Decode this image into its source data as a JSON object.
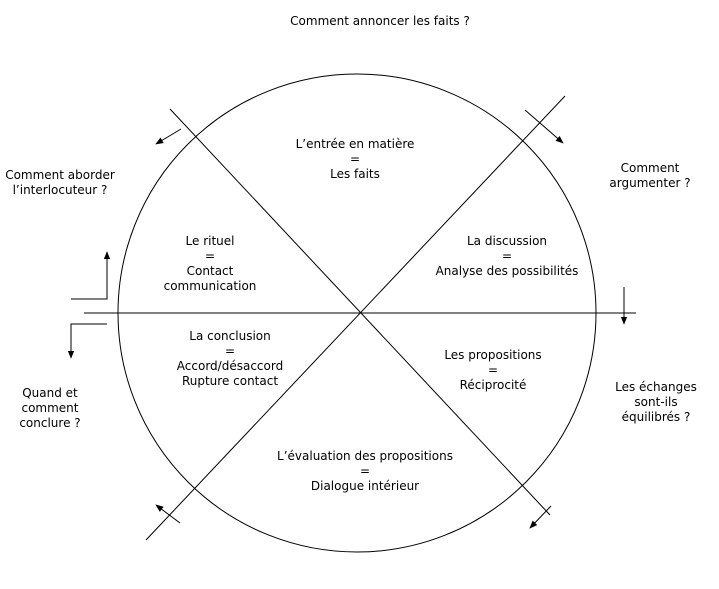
{
  "colors": {
    "line": "#000000",
    "background": "#ffffff"
  },
  "questions": {
    "top": "Comment annoncer les faits ?",
    "left": [
      "Comment aborder",
      "l’interlocuteur ?"
    ],
    "right": [
      "Comment",
      "argumenter ?"
    ],
    "bottom_left": [
      "Quand et",
      "comment",
      "conclure ?"
    ],
    "bottom_right": [
      "Les échanges",
      "sont-ils",
      "équilibrés ?"
    ]
  },
  "sectors": {
    "top": [
      "L’entrée en matière",
      "=",
      "Les faits"
    ],
    "upper_left": [
      "Le rituel",
      "=",
      "Contact",
      "communication"
    ],
    "upper_right": [
      "La discussion",
      "=",
      "Analyse des possibilités"
    ],
    "lower_left": [
      "La conclusion",
      "=",
      "Accord/désaccord",
      "Rupture contact"
    ],
    "lower_right": [
      "Les propositions",
      "=",
      "Réciprocité"
    ],
    "bottom": [
      "L’évaluation des propositions",
      "=",
      "Dialogue intérieur"
    ]
  }
}
